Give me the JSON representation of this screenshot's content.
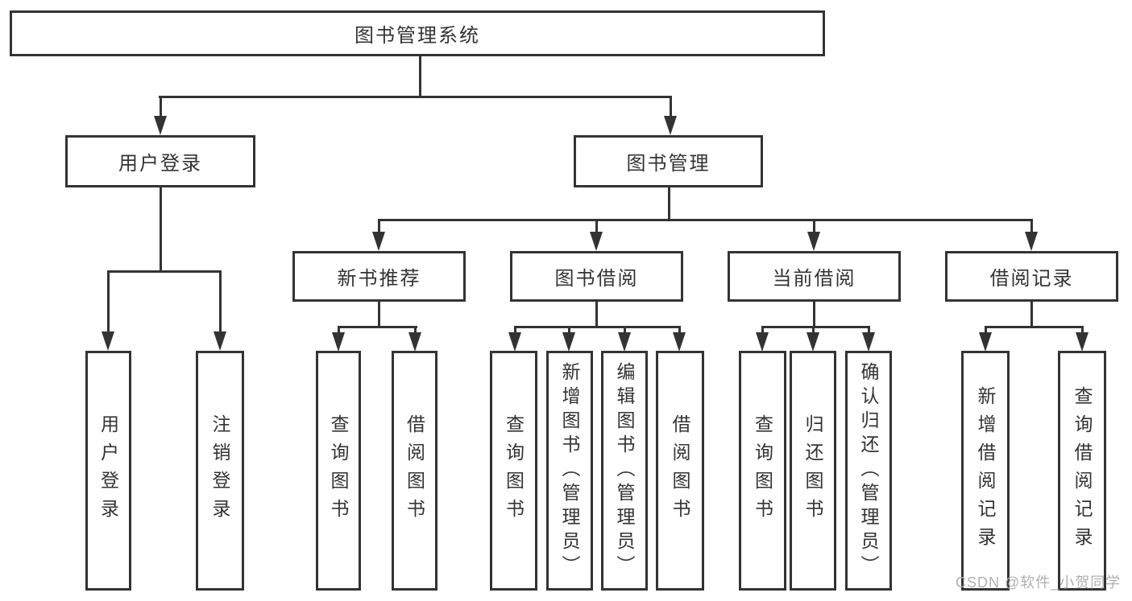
{
  "diagram": {
    "root": "图书管理系统",
    "level2": {
      "user_login": "用户登录",
      "book_mgmt": "图书管理"
    },
    "level3": {
      "new_book": "新书推荐",
      "book_borrow": "图书借阅",
      "current_borrow": "当前借阅",
      "borrow_record": "借阅记录"
    },
    "leaves": {
      "user_login": "用户登录",
      "logout": "注销登录",
      "nb_query": "查询图书",
      "nb_borrow": "借阅图书",
      "bb_query": "查询图书",
      "bb_add": "新增图书（管理员）",
      "bb_edit": "编辑图书（管理员）",
      "bb_borrow": "借阅图书",
      "cb_query": "查询图书",
      "cb_return": "归还图书",
      "cb_confirm": "确认归还（管理员）",
      "br_add": "新增借阅记录",
      "br_query": "查询借阅记录"
    }
  },
  "watermark": "CSDN @软件_小贺同学",
  "colors": {
    "line": "#333333",
    "text": "#333333",
    "background": "#ffffff",
    "watermark": "#b0b0b0"
  }
}
